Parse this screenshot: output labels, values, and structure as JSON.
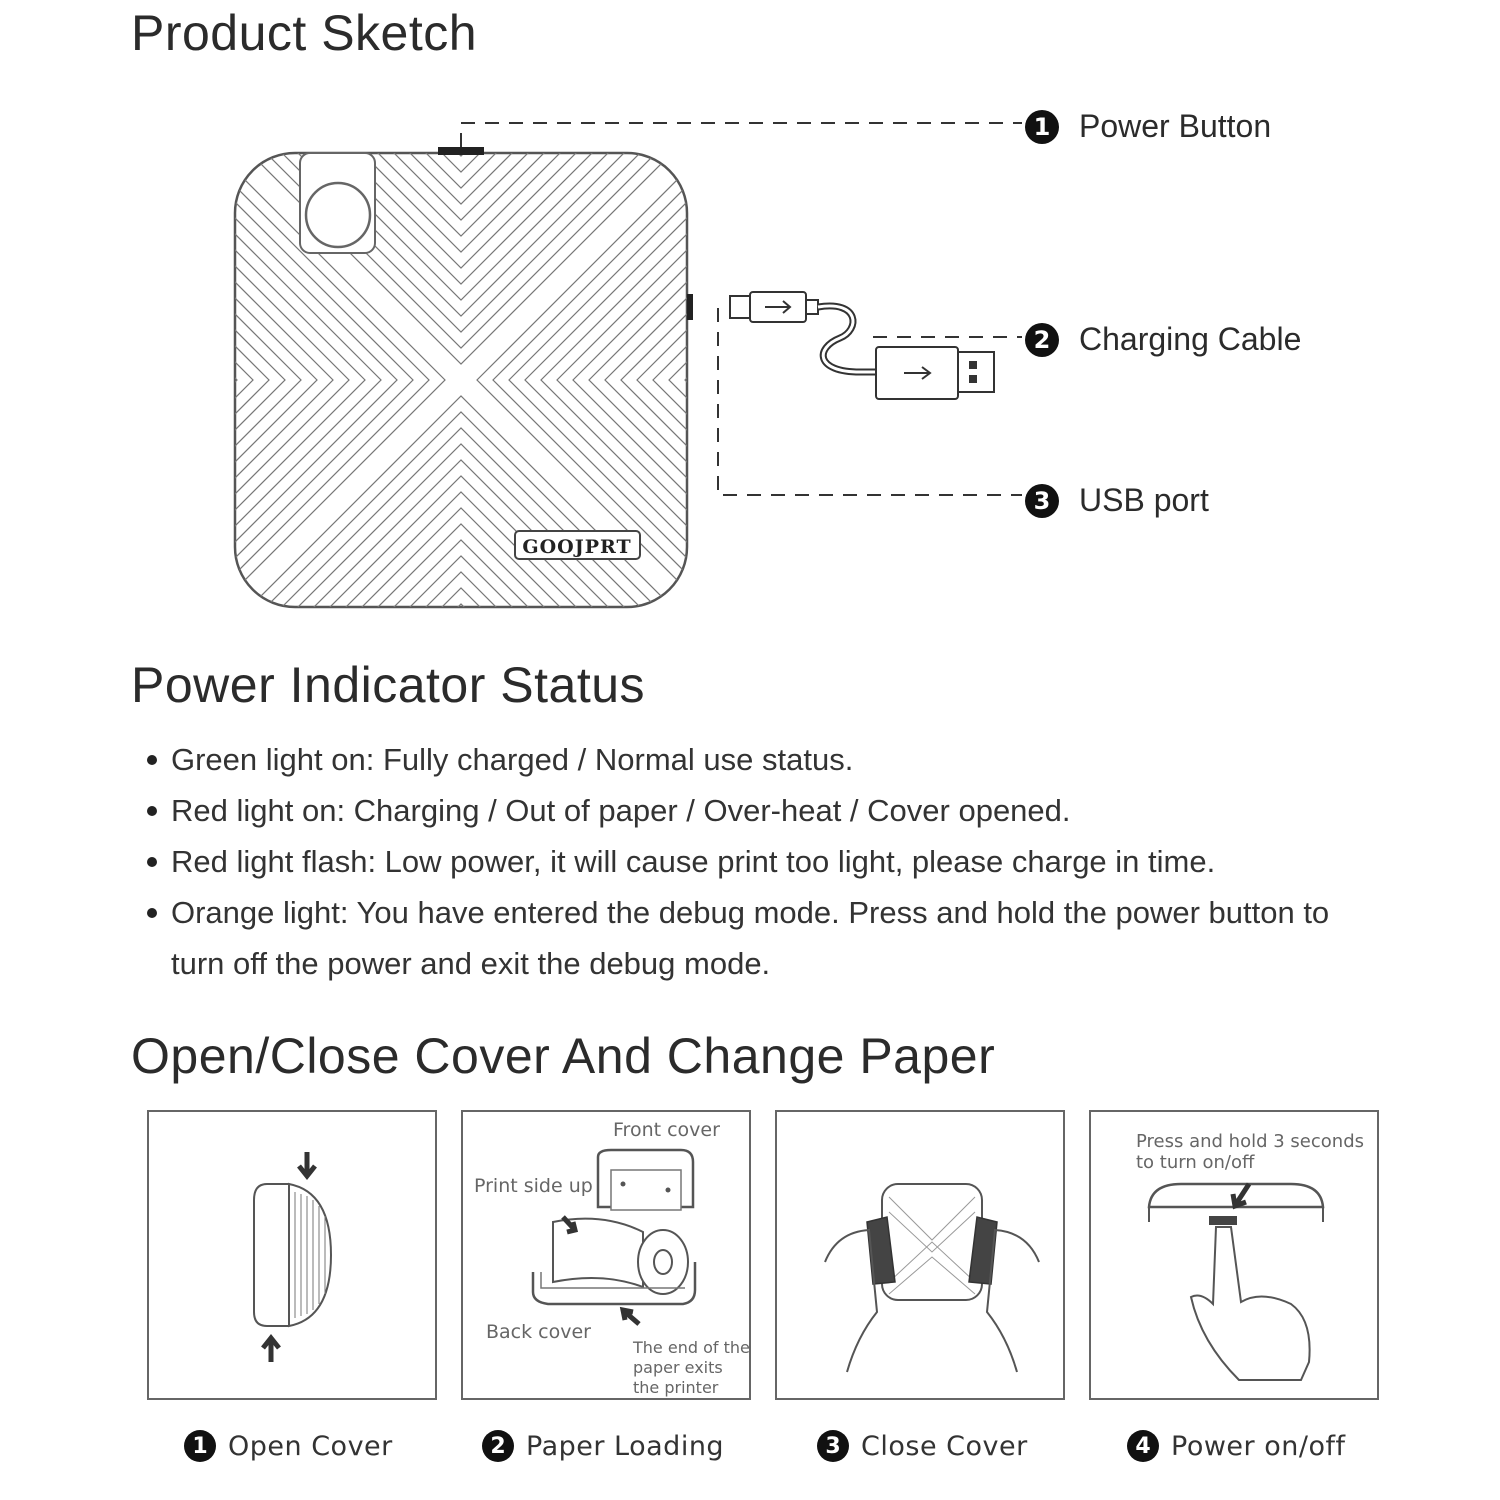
{
  "sections": {
    "sketch_title": "Product Sketch",
    "indicator_title": "Power Indicator Status",
    "cover_title": "Open/Close Cover And Change Paper"
  },
  "device": {
    "brand": "GOOJPRT"
  },
  "callouts": [
    {
      "num": "1",
      "label": "Power Button"
    },
    {
      "num": "2",
      "label": "Charging Cable"
    },
    {
      "num": "3",
      "label": "USB port"
    }
  ],
  "indicator_status": [
    "Green light on: Fully charged / Normal use status.",
    "Red light on: Charging / Out of paper / Over-heat / Cover opened.",
    "Red light flash: Low power, it will cause print too light, please charge in time.",
    "Orange light: You have entered the debug mode. Press and hold the power button to turn off the power and exit the debug mode."
  ],
  "panels": {
    "paper_loading": {
      "front_cover": "Front cover",
      "print_side_up": "Print side up",
      "back_cover": "Back cover",
      "paper_exit_1": "The end of the",
      "paper_exit_2": "paper exits",
      "paper_exit_3": "the printer"
    },
    "power": {
      "hint_1": "Press and hold 3 seconds",
      "hint_2": "to turn on/off"
    }
  },
  "steps": [
    {
      "num": "1",
      "label": "Open Cover"
    },
    {
      "num": "2",
      "label": "Paper Loading"
    },
    {
      "num": "3",
      "label": "Close Cover"
    },
    {
      "num": "4",
      "label": "Power on/off"
    }
  ]
}
